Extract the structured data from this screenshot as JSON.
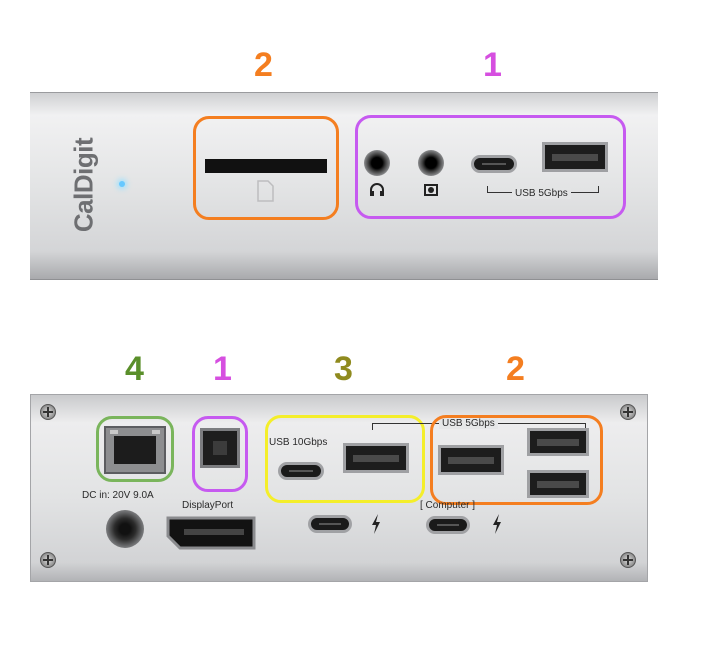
{
  "front": {
    "logo_text": "CalDigit",
    "label_usb5": "USB 5Gbps",
    "callouts": [
      {
        "number": "2",
        "color": "#f47e20"
      },
      {
        "number": "1",
        "color": "#d64fe0"
      }
    ]
  },
  "back": {
    "label_usb10": "USB 10Gbps",
    "label_usb5": "USB 5Gbps",
    "label_dc": "DC in: 20V 9.0A",
    "label_displayport": "DisplayPort",
    "label_computer": "[ Computer ]",
    "callouts": [
      {
        "number": "4",
        "color": "#5a8f2a"
      },
      {
        "number": "1",
        "color": "#d64fe0"
      },
      {
        "number": "3",
        "color": "#8f8a1e"
      },
      {
        "number": "2",
        "color": "#f47e20"
      }
    ]
  },
  "colors": {
    "orange": "#f47e20",
    "purple": "#c65af0",
    "green": "#7ab55c",
    "yellow": "#f4ee2a"
  },
  "icons": [
    "headphone-icon",
    "microphone-icon",
    "sd-card-icon",
    "thunderbolt-icon",
    "ethernet-icon"
  ]
}
